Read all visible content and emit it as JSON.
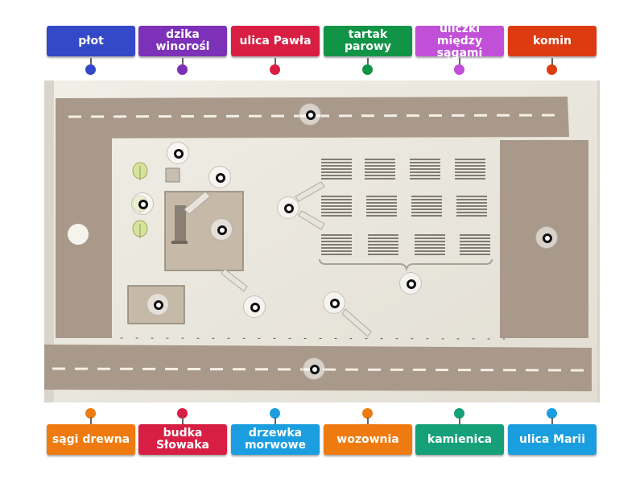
{
  "top_labels": [
    {
      "text": "płot",
      "color": "#3349c7"
    },
    {
      "text": "dzika winorośl",
      "color": "#7c31b8"
    },
    {
      "text": "ulica Pawła",
      "color": "#d81f43"
    },
    {
      "text": "tartak parowy",
      "color": "#129447"
    },
    {
      "text": "uliczki między sągami",
      "color": "#c24fd8"
    },
    {
      "text": "komin",
      "color": "#dd3b12"
    }
  ],
  "bottom_labels": [
    {
      "text": "sągi drewna",
      "color": "#ef7b10"
    },
    {
      "text": "budka Słowaka",
      "color": "#d81f43"
    },
    {
      "text": "drzewka morwowe",
      "color": "#1b9ee0"
    },
    {
      "text": "wozownia",
      "color": "#ef7b10"
    },
    {
      "text": "kamienica",
      "color": "#15a079"
    },
    {
      "text": "ulica Marii",
      "color": "#1b9ee0"
    }
  ]
}
